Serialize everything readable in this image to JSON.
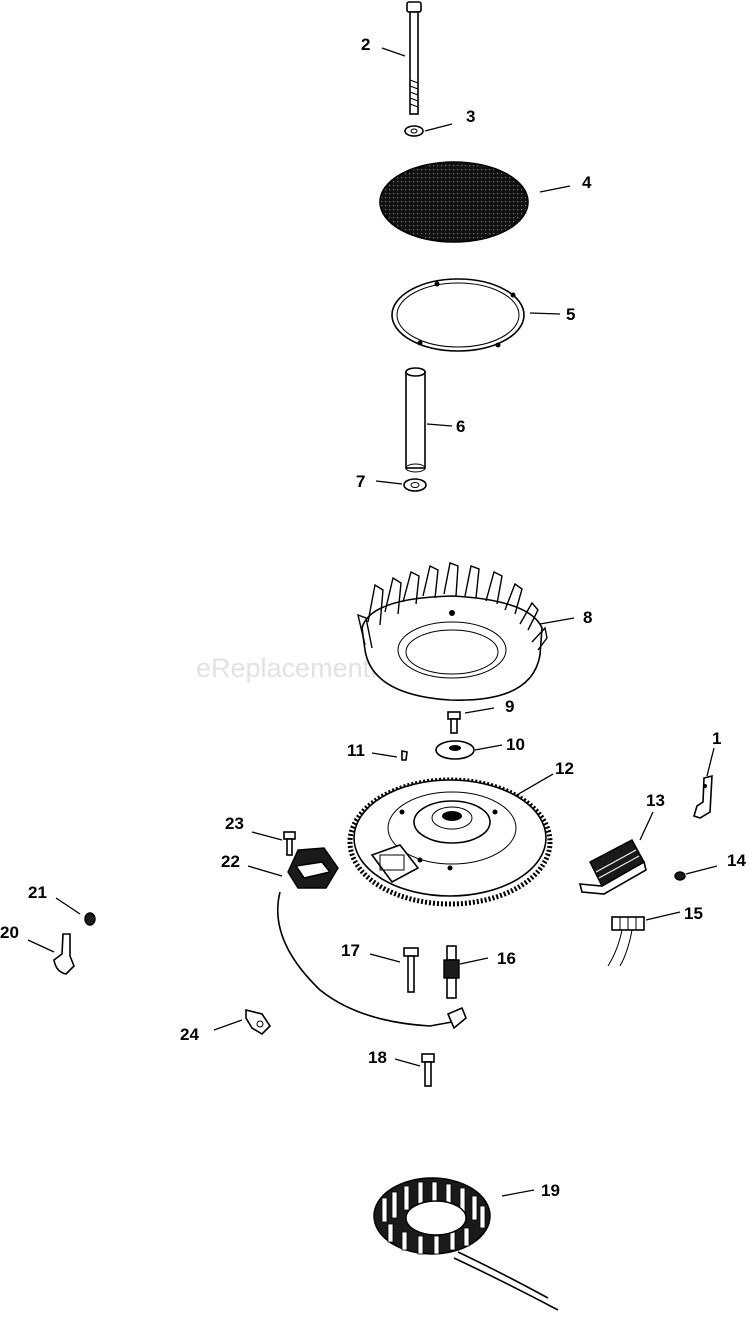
{
  "watermark": "eReplacementParts.com",
  "callouts": {
    "c1": "1",
    "c2": "2",
    "c3": "3",
    "c4": "4",
    "c5": "5",
    "c6": "6",
    "c7": "7",
    "c8": "8",
    "c9": "9",
    "c10": "10",
    "c11": "11",
    "c12": "12",
    "c13": "13",
    "c14": "14",
    "c15": "15",
    "c16": "16",
    "c17": "17",
    "c18": "18",
    "c19": "19",
    "c20": "20",
    "c21": "21",
    "c22": "22",
    "c23": "23",
    "c24": "24"
  }
}
